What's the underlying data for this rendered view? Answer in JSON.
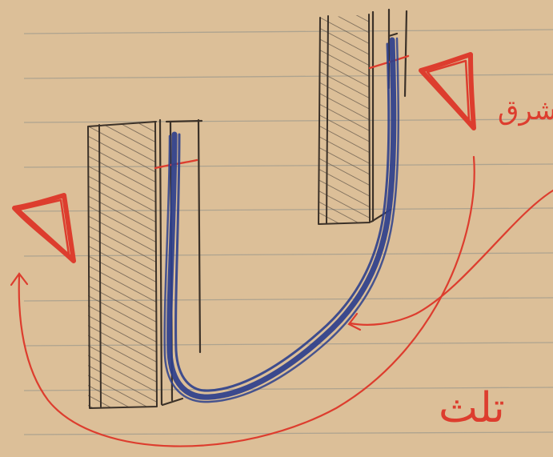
{
  "labels": {
    "top_right_word": "شرق",
    "bottom_right_word": "تلث"
  },
  "colors": {
    "paper": "#dcbf98",
    "ruled_line": "#a9a08f",
    "pencil": "#3b3128",
    "hatch": "#5a4f44",
    "blue_ink": "#2c3f8c",
    "red_ink": "#dd3d2e"
  },
  "icons": [
    "triangle-marker-left",
    "triangle-marker-right",
    "arrow-head"
  ]
}
